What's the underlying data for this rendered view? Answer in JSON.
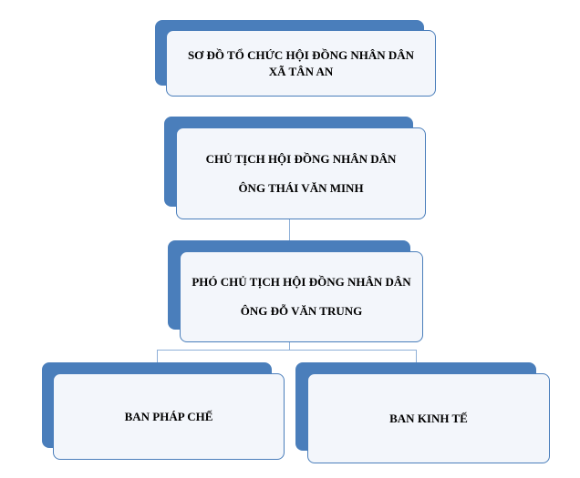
{
  "title": {
    "line1": "SƠ ĐỒ TỔ CHỨC HỘI ĐỒNG NHÂN DÂN",
    "line2": "XÃ TÂN AN"
  },
  "chairman": {
    "role": "CHỦ TỊCH HỘI ĐỒNG NHÂN DÂN",
    "name": "ÔNG THÁI VĂN MINH"
  },
  "vice_chairman": {
    "role": "PHÓ CHỦ TỊCH HỘI ĐỒNG NHÂN DÂN",
    "name": "ÔNG ĐỖ VĂN TRUNG"
  },
  "departments": [
    {
      "label": "BAN PHÁP CHẾ"
    },
    {
      "label": "BAN KINH TẾ"
    }
  ],
  "colors": {
    "accent": "#4a7ebb",
    "card": "#f3f6fb",
    "connector": "#8fb0d8"
  }
}
